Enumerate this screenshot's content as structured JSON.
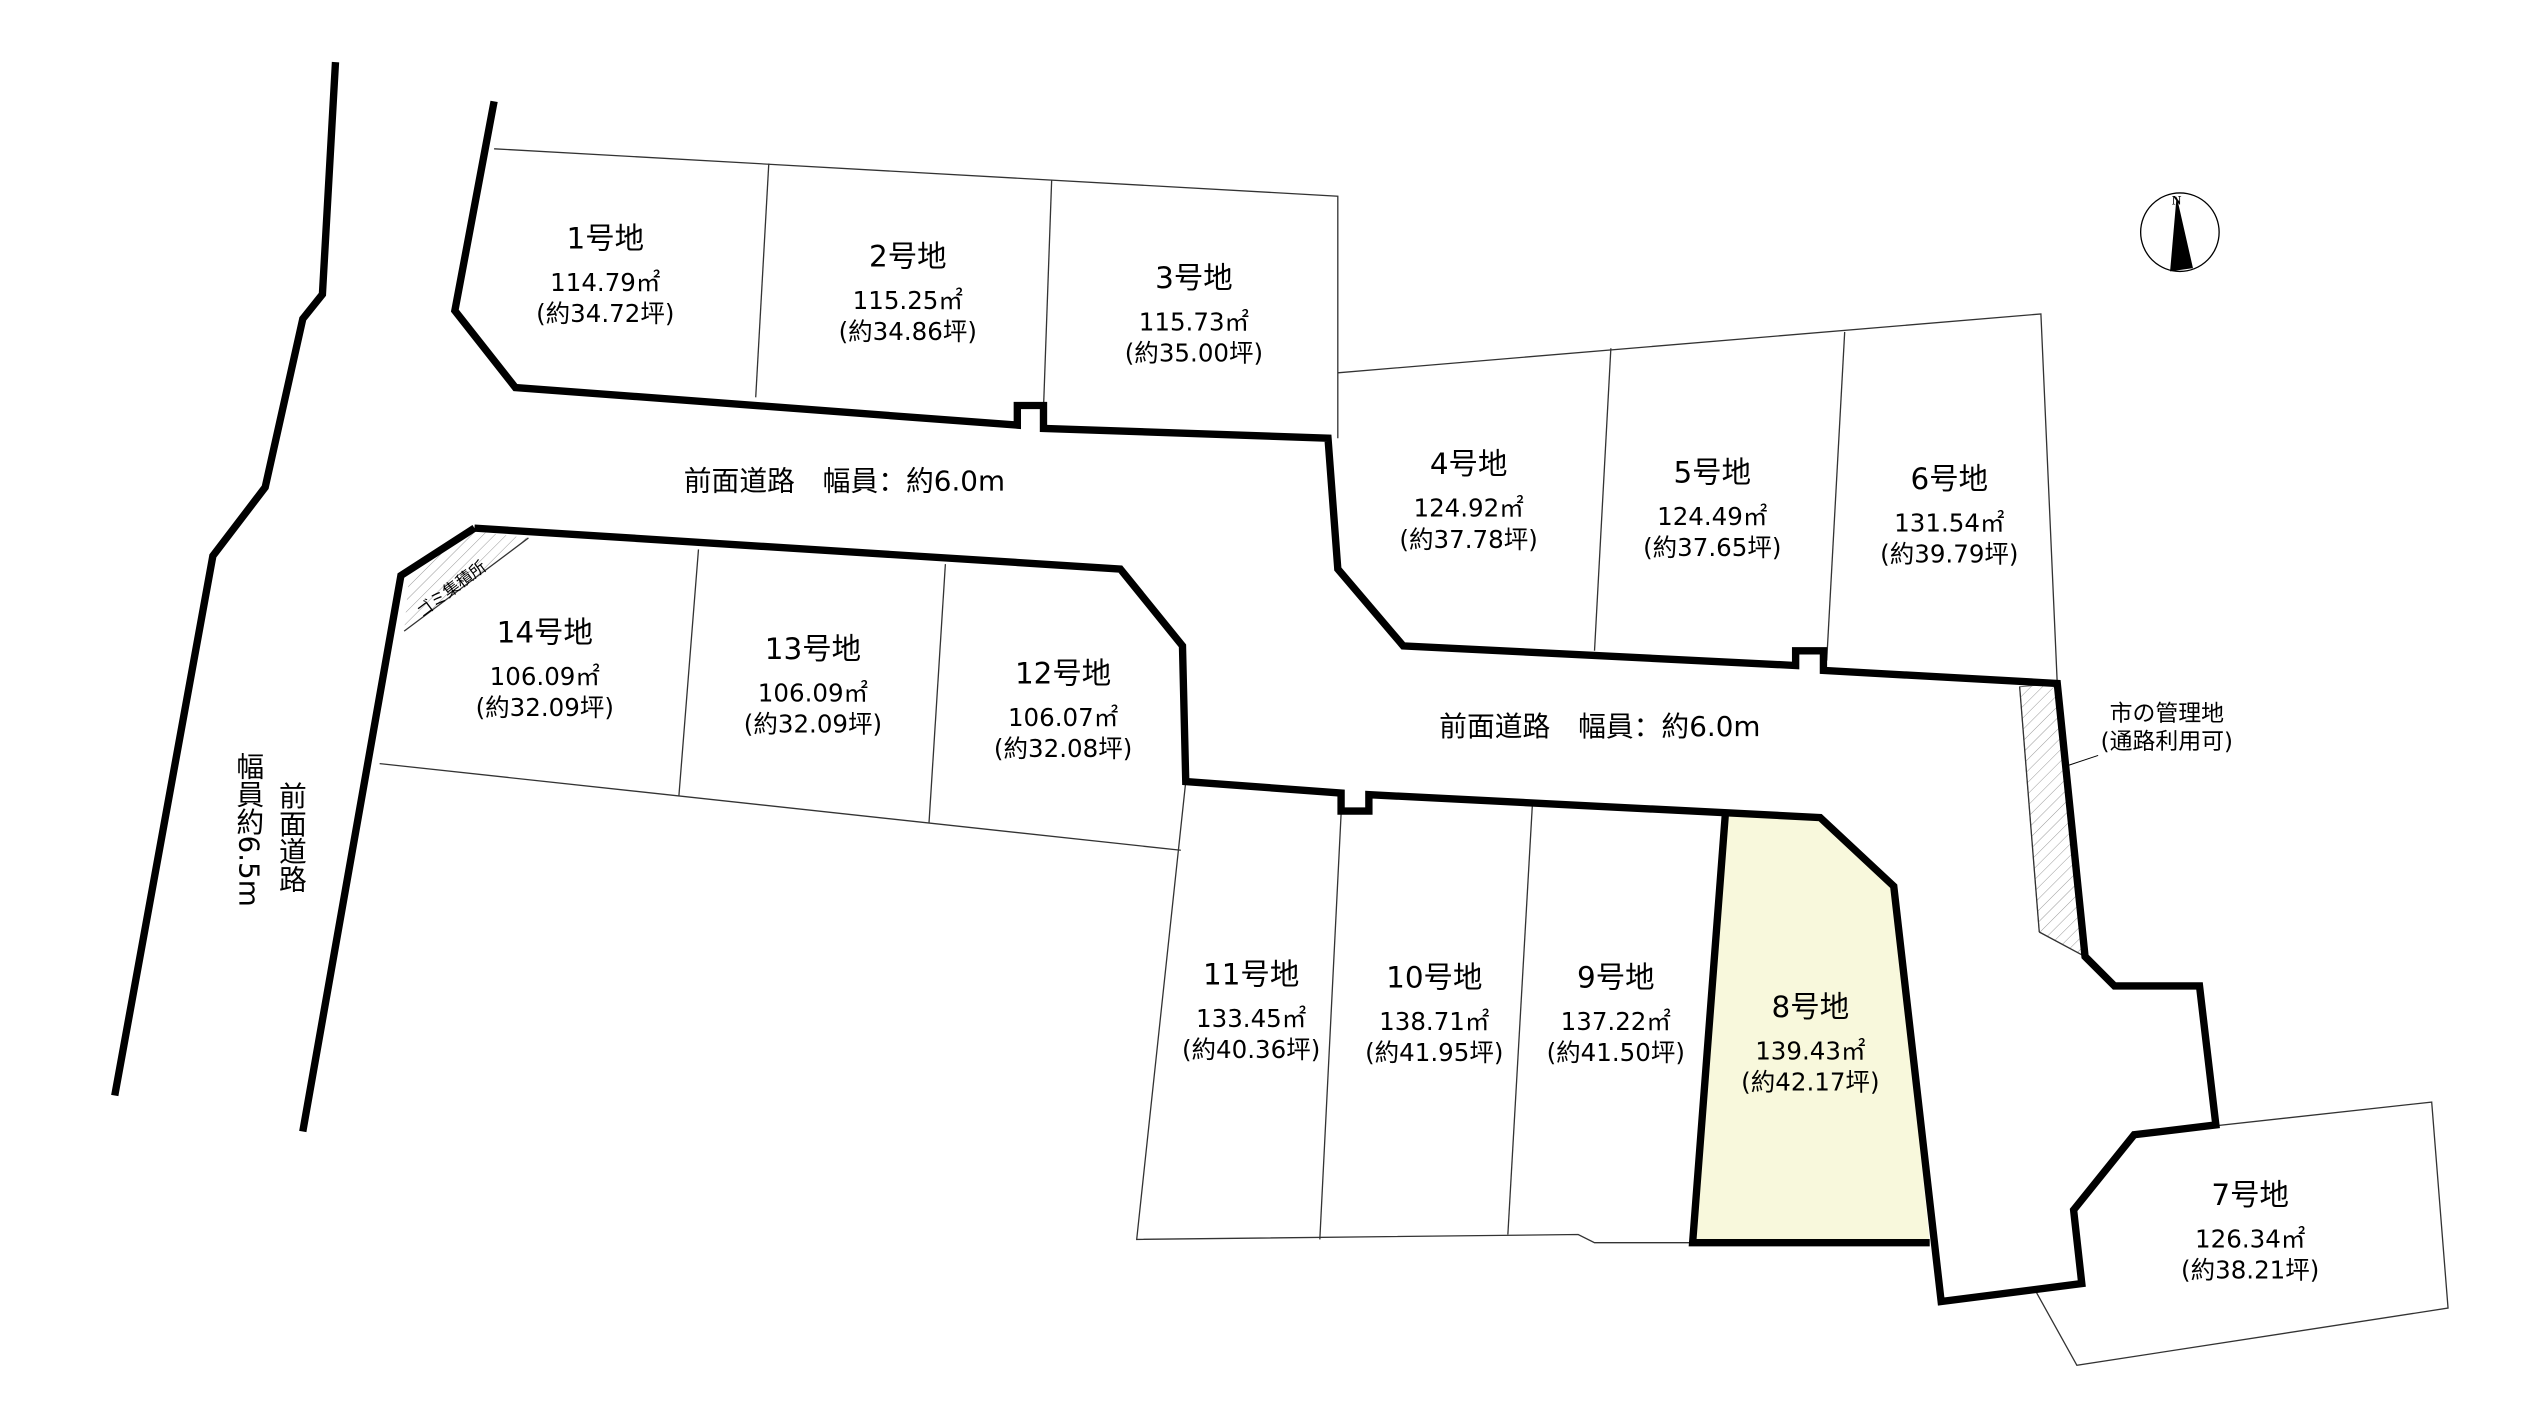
{
  "colors": {
    "highlight": "#f8f8dc",
    "line": "#000000"
  },
  "lots": [
    {
      "id": "1",
      "name": "1号地",
      "area": "114.79㎡",
      "tsubo": "(約34.72坪)"
    },
    {
      "id": "2",
      "name": "2号地",
      "area": "115.25㎡",
      "tsubo": "(約34.86坪)"
    },
    {
      "id": "3",
      "name": "3号地",
      "area": "115.73㎡",
      "tsubo": "(約35.00坪)"
    },
    {
      "id": "4",
      "name": "4号地",
      "area": "124.92㎡",
      "tsubo": "(約37.78坪)"
    },
    {
      "id": "5",
      "name": "5号地",
      "area": "124.49㎡",
      "tsubo": "(約37.65坪)"
    },
    {
      "id": "6",
      "name": "6号地",
      "area": "131.54㎡",
      "tsubo": "(約39.79坪)"
    },
    {
      "id": "7",
      "name": "7号地",
      "area": "126.34㎡",
      "tsubo": "(約38.21坪)"
    },
    {
      "id": "8",
      "name": "8号地",
      "area": "139.43㎡",
      "tsubo": "(約42.17坪)",
      "highlighted": true
    },
    {
      "id": "9",
      "name": "9号地",
      "area": "137.22㎡",
      "tsubo": "(約41.50坪)"
    },
    {
      "id": "10",
      "name": "10号地",
      "area": "138.71㎡",
      "tsubo": "(約41.95坪)"
    },
    {
      "id": "11",
      "name": "11号地",
      "area": "133.45㎡",
      "tsubo": "(約40.36坪)"
    },
    {
      "id": "12",
      "name": "12号地",
      "area": "106.07㎡",
      "tsubo": "(約32.08坪)"
    },
    {
      "id": "13",
      "name": "13号地",
      "area": "106.09㎡",
      "tsubo": "(約32.09坪)"
    },
    {
      "id": "14",
      "name": "14号地",
      "area": "106.09㎡",
      "tsubo": "(約32.09坪)"
    }
  ],
  "roads": {
    "upper": "前面道路　幅員：約6.0m",
    "lower": "前面道路　幅員：約6.0m",
    "west_name": "前面道路",
    "west_width": "幅員約6.5m"
  },
  "garbage_area": "ゴミ集積所",
  "city_land": {
    "line1": "市の管理地",
    "line2": "(通路利用可)"
  },
  "compass": {
    "label": "N"
  }
}
